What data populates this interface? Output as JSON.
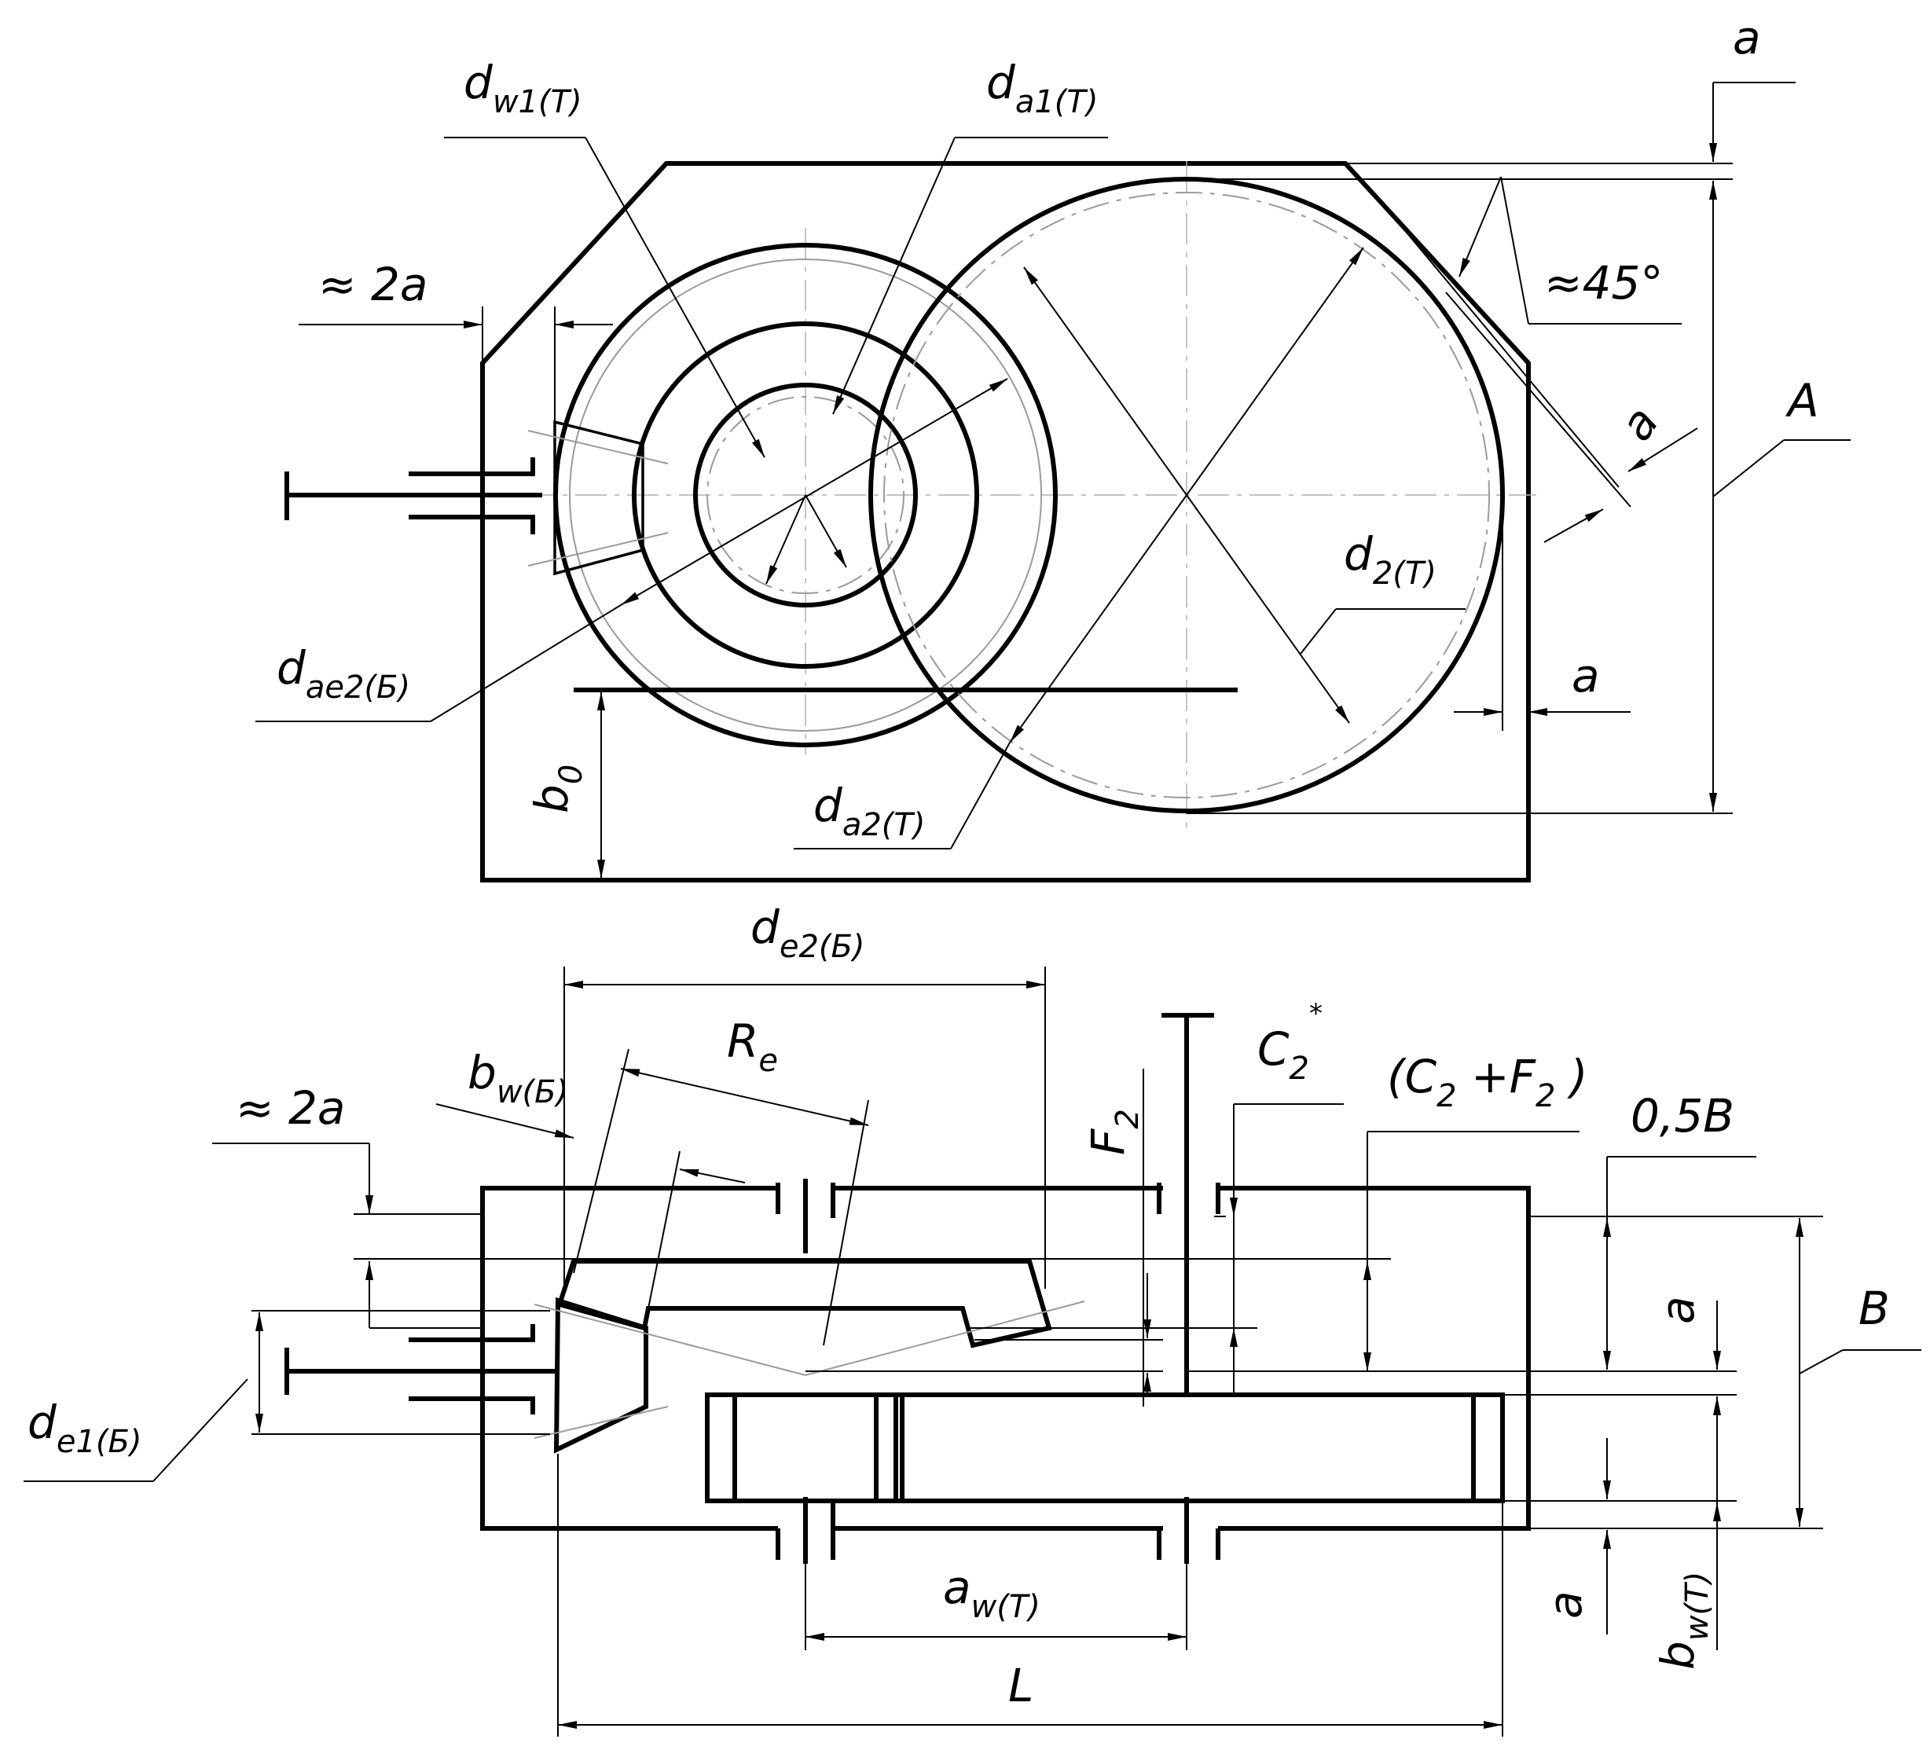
{
  "labels": {
    "a_top": "a",
    "dw1": "d",
    "dw1_sub": "w1(T)",
    "da1": "d",
    "da1_sub": "a1(T)",
    "two_a_top": "≈ 2a",
    "angle": "≈45°",
    "A": "A",
    "a_diag": "a",
    "d2": "d",
    "d2_sub": "2(T)",
    "a_right": "a",
    "dae2": "d",
    "dae2_sub": "ae2(Б)",
    "b0": "b",
    "b0_sub": "0",
    "da2": "d",
    "da2_sub": "a2(T)",
    "de2": "d",
    "de2_sub": "e2(Б)",
    "Re": "R",
    "Re_sub": "e",
    "bw": "b",
    "bw_sub": "w(Б)",
    "two_a_bot": "≈ 2a",
    "F2": "F",
    "F2_sub": "2",
    "C2": "C",
    "C2_sub": "2",
    "C2_sup": "*",
    "C2F2_open": "(C",
    "C2F2_sub1": "2",
    "C2F2_mid": " +F",
    "C2F2_sub2": "2",
    "C2F2_close": " )",
    "half_B": "0,5B",
    "a_bot1": "a",
    "B": "B",
    "de1": "d",
    "de1_sub": "e1(Б)",
    "aw": "a",
    "aw_sub": "w(T)",
    "a_bot2": "a",
    "bwT": "b",
    "bwT_sub": "w(T)",
    "L": "L"
  }
}
